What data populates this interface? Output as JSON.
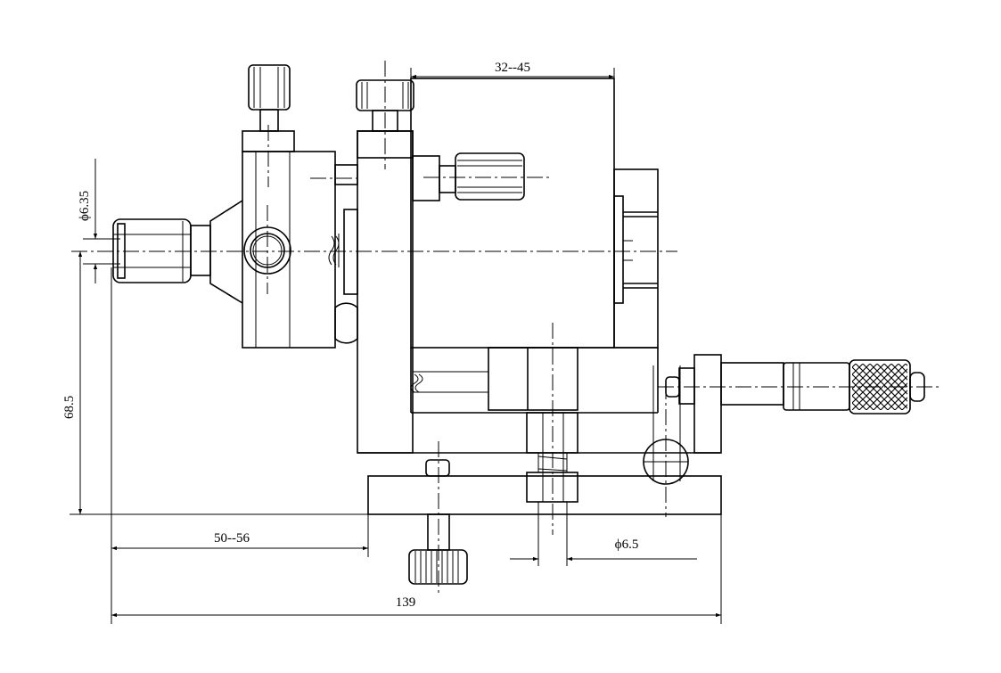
{
  "drawing": {
    "dimensions": {
      "top_width": "32--45",
      "hole_diameter_left": "ϕ6.35",
      "height": "68.5",
      "offset": "50--56",
      "total_width": "139",
      "hole_diameter_bottom": "ϕ6.5"
    }
  }
}
